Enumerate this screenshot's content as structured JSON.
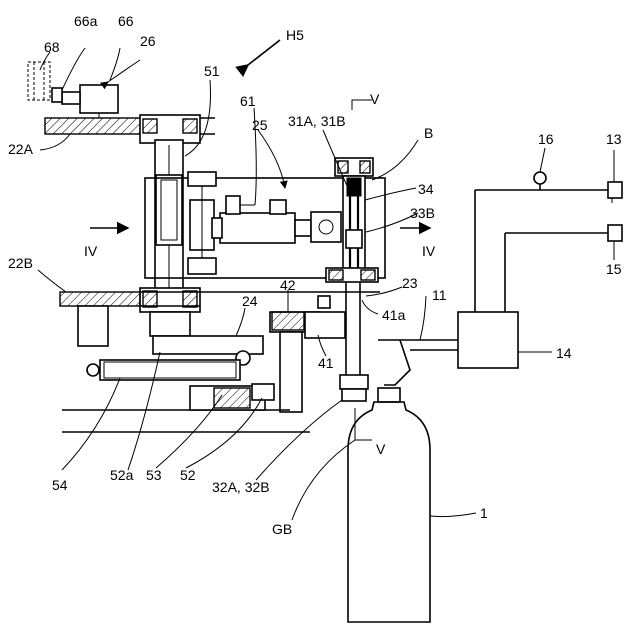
{
  "labels": {
    "title": "H5",
    "l66a": "66a",
    "l66": "66",
    "l68": "68",
    "l26": "26",
    "l51": "51",
    "l61": "61",
    "l25": "25",
    "l31": "31A, 31B",
    "lV_top": "V",
    "lB": "B",
    "l16": "16",
    "l13": "13",
    "l22A": "22A",
    "l34": "34",
    "l33B": "33B",
    "lIV_left": "IV",
    "lIV_right": "IV",
    "l15": "15",
    "l22B": "22B",
    "l42": "42",
    "l23": "23",
    "l11": "11",
    "l24": "24",
    "l41a": "41a",
    "l14": "14",
    "l41": "41",
    "lV_bottom": "V",
    "l54": "54",
    "l52a": "52a",
    "l53": "53",
    "l52": "52",
    "l32": "32A, 32B",
    "l1": "1",
    "lGB": "GB"
  }
}
